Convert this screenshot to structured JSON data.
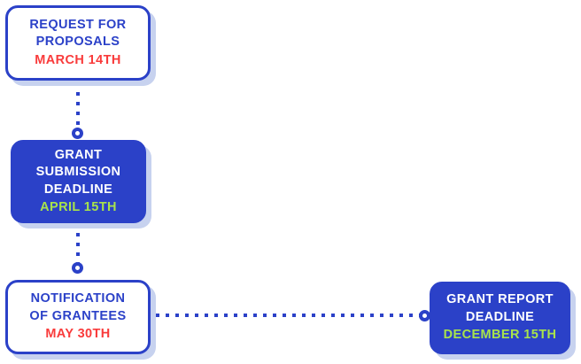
{
  "diagram": {
    "type": "timeline-flowchart",
    "palette": {
      "blue": "#2B41C8",
      "red": "#F93B3B",
      "green": "#A8E34B",
      "shadow": "#C7D2EF",
      "white": "#FFFFFF"
    },
    "nodes": [
      {
        "id": "request-for-proposals",
        "title": "REQUEST FOR\nPROPOSALS",
        "date": "MARCH 14TH",
        "style": "outlined",
        "date_color": "red"
      },
      {
        "id": "grant-submission-deadline",
        "title": "GRANT\nSUBMISSION\nDEADLINE",
        "date": "APRIL 15TH",
        "style": "filled",
        "date_color": "green"
      },
      {
        "id": "notification-of-grantees",
        "title": "NOTIFICATION\nOF GRANTEES",
        "date": "MAY 30TH",
        "style": "outlined",
        "date_color": "red"
      },
      {
        "id": "grant-report-deadline",
        "title": "GRANT REPORT\nDEADLINE",
        "date": "DECEMBER 15TH",
        "style": "filled",
        "date_color": "green"
      }
    ],
    "connectors": [
      {
        "id": "rfp-to-submission",
        "orientation": "vertical",
        "style": "dotted",
        "endpoint": "ring"
      },
      {
        "id": "submission-to-notification",
        "orientation": "vertical",
        "style": "dotted",
        "endpoint": "ring"
      },
      {
        "id": "notification-to-report",
        "orientation": "horizontal",
        "style": "dotted",
        "endpoint": "ring"
      }
    ]
  }
}
